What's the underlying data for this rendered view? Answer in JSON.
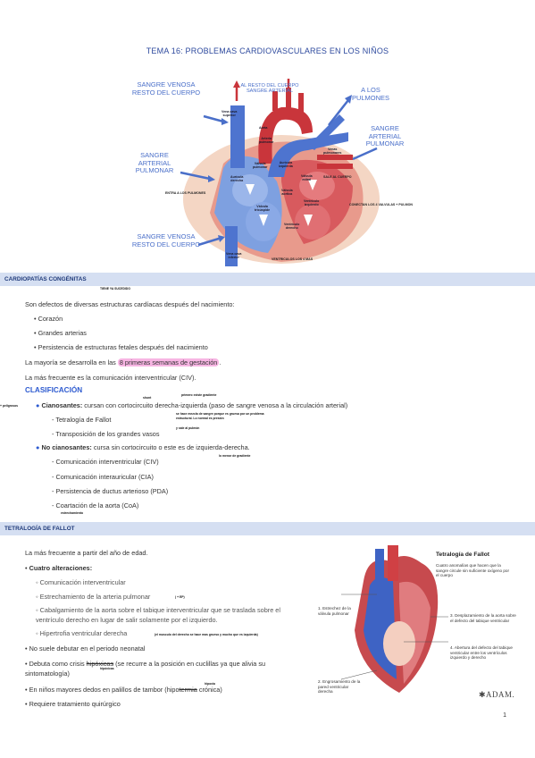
{
  "title": "TEMA 16: PROBLEMAS CARDIOVASCULARES EN LOS NIÑOS",
  "heart_labels": {
    "venous_top": "SANGRE VENOSA\nRESTO DEL CUERPO",
    "arterial_top": "AL RESTO DEL CUERPO\nSANGRE ARTERIAL",
    "to_lungs": "A LOS\nPULMONES",
    "arterial_pulm_right": "SANGRE\nARTERIAL\nPULMONAR",
    "arterial_pulm_left": "SANGRE\nARTERIAL\nPULMONAR",
    "venous_bottom": "SANGRE VENOSA\nRESTO DEL CUERPO",
    "vena_cava_sup": "Vena cava\nsuperior",
    "aorta": "Aorta",
    "arteria_pulmonar": "Arteria\npulmonar",
    "venas_pulmonares": "Venas\npulmonares",
    "auricula_izq": "Aurícula\nizquierda",
    "valvula_mitral": "Válvula\nmitral",
    "valvula_pulmonar": "Válvula\npulmonar",
    "auricula_der": "Aurícula\nderecha",
    "valvula_aortica": "Válvula\naórtica",
    "ventriculo_izq": "Ventrículo\nizquierdo",
    "valvula_tricuspide": "Válvula\ntricúspide",
    "ventriculo_der": "Ventrículo\nderecho",
    "vena_cava_inf": "Vena cava\ninferior",
    "note_entra": "ENTRA A LOS PULMONES",
    "note_sale": "SALE AL CUERPO",
    "note_conecta": "CONECTAN LOS 4 VALVULAS + PULMON",
    "note_ventriculos": "VENTRICULOS LOS 4 MAS"
  },
  "section1": {
    "header": "CARDIOPATÍAS CONGÉNITAS",
    "note_under_header": "TIENE YA SUCEDIDO",
    "intro": "Son defectos de diversas estructuras cardíacas después del nacimiento:",
    "list": [
      "Corazón",
      "Grandes arterias",
      "Persistencia de estructuras fetales después del nacimiento"
    ],
    "p1_before": "La mayoría se desarrolla en las",
    "p1_hl": "8 primeras semanas de gestación",
    "p1_after": ".",
    "p2": "La más frecuente es la comunicación interventricular (CIV).",
    "clasificacion": "CLASIFICACIÓN",
    "ciano_bold": "Cianosantes:",
    "ciano_text": " cursan con cortocircuito derecha-izquierda (paso de sangre venosa a la circulación arterial)",
    "ciano_items": [
      "Tetralogía de Fallot",
      "Transposición de los grandes vasos"
    ],
    "no_ciano_bold": "No cianosantes:",
    "no_ciano_text": " cursa sin cortocircuito o este es de izquierda-derecha.",
    "no_ciano_items": [
      "Comunicación interventricular (CIV)",
      "Comunicación interauricular (CIA)",
      "Persistencia de ductus arterioso (PDA)",
      "Coartación de la aorta (CoA)"
    ],
    "note_left": "+ peligrosos",
    "note_shunt": "shunt",
    "note_primero": "primero existe gradiente",
    "note_fallot": "se hace mezcla de sangre porque es gruesa por un problema estructural. Lo normal es presión",
    "note_fallot2": "y sale al pulmón",
    "note_no_ciano": "lo menor de gradiente",
    "note_coa": "estrechamiento"
  },
  "section2": {
    "header": "TETRALOGÍA DE FALLOT",
    "p1": "La más frecuente a partir del año de edad.",
    "cuatro": "Cuatro alteraciones:",
    "alteraciones": [
      "Comunicación interventricular",
      "Estrechamiento de la arteria pulmonar",
      "Cabalgamiento de la aorta sobre el tabique interventricular que se traslada sobre el ventrículo derecho en lugar de salir solamente por el izquierdo.",
      "Hipertrofia ventricular derecha"
    ],
    "b_neonatal": "No suele debutar en el periodo neonatal",
    "b_debuta_a": "Debuta como crisis ",
    "b_debuta_strike": "hipóxicas",
    "b_debuta_b": " (se recurre a la posición en cuclillas ya que alivia su sintomatología)",
    "b_dedos_a": "En niños mayores dedos en palillos de tambor (hipo",
    "b_dedos_strike": "termia",
    "b_dedos_b": " crónica)",
    "b_trat": "Requiere tratamiento quirúrgico",
    "note_ep": "( + EP)",
    "note_hipertrofia": "(el musculo del derecho se hace mas grueso y mucho que es izquierda)",
    "note_hipoxicas": "hipóxicas",
    "note_hipoxia": "hipoxia"
  },
  "tof_fig": {
    "title": "Tetralogía de Fallot",
    "desc": "Cuatro anomalías que hacen que la sangre circule sin suficiente oxígeno por el cuerpo",
    "l1": "1. Estrechez de la válvula pulmonar",
    "l2": "2. Engrosamiento de la pared ventricular derecha",
    "l3": "3. Desplazamiento de la aorta sobre el defecto del tabique ventricular",
    "l4": "4. Abertura del defecto del tabique ventricular entre los ventrículos izquierdo y derecho",
    "brand": "ADAM."
  },
  "page_number": "1",
  "colors": {
    "heading_blue": "#2e5bd0",
    "section_bg": "#d5dff2",
    "highlight": "#f7b5e3",
    "venous": "#5b7fd6",
    "arterial": "#c9353b"
  }
}
